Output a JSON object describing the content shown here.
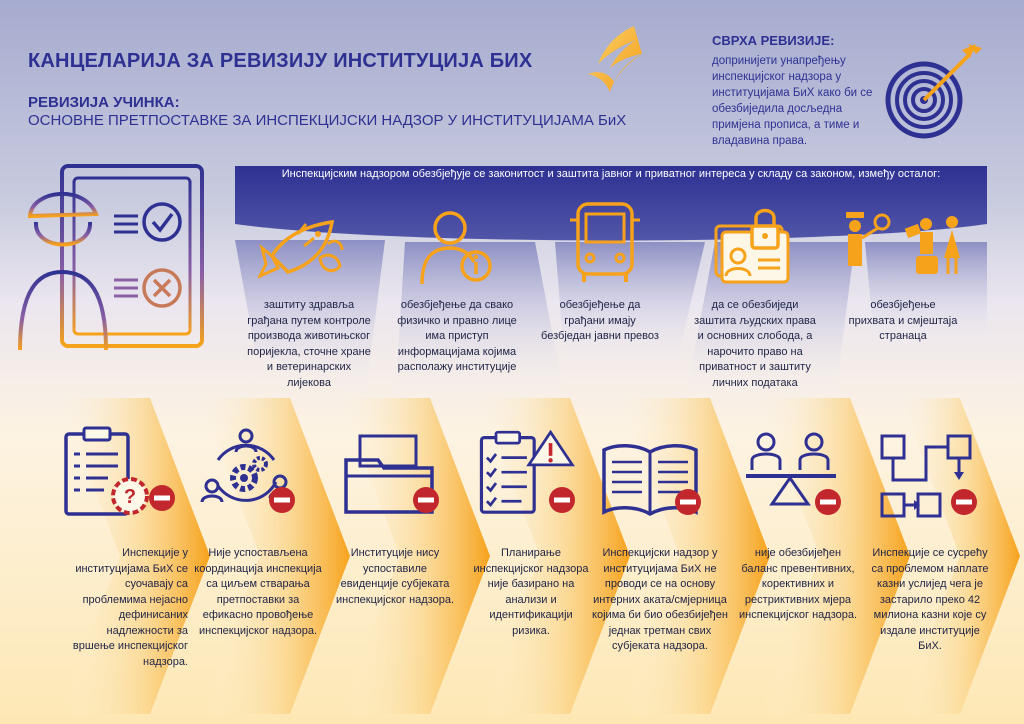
{
  "header": {
    "title": "КАНЦЕЛАРИЈА ЗА РЕВИЗИЈУ ИНСТИТУЦИЈА БИХ",
    "subtitle_bold": "РЕВИЗИЈА УЧИНКА:",
    "subtitle": "ОСНОВНЕ ПРЕТПОСТАВКЕ ЗА ИНСПЕКЦИЈСКИ НАДЗОР У ИНСТИТУЦИЈАМА БиХ"
  },
  "purpose": {
    "title": "СВРХА РЕВИЗИЈЕ:",
    "text": "допринијети унапређењу инспекцијског надзора у институцијама БиХ како би се обезбиједила досљедна примјена прописа, а тиме и владавина права."
  },
  "band": {
    "text": "Инспекцијским надзором обезбјеђује се законитост и заштита јавног и приватног интереса у складу са законом, између осталог:"
  },
  "goals": [
    {
      "icon": "fish-icon",
      "text": "заштиту здравља грађана путем контроле производа животињског поријекла, сточне хране и ветеринарских лијекова"
    },
    {
      "icon": "person-info-icon",
      "text": "обезбјеђење да свако физичко и правно лице има приступ информацијама којима располажу институције"
    },
    {
      "icon": "bus-icon",
      "text": "обезбјеђење да грађани имају безбједан јавни превоз"
    },
    {
      "icon": "id-lock-icon",
      "text": "да се обезбиједи заштита људских права и основних слобода, а нарочито право на приватност и заштиту личних података"
    },
    {
      "icon": "border-control-icon",
      "text": "обезбјеђење прихвата и смјештаја странаца"
    }
  ],
  "findings": [
    {
      "icon": "clipboard-gear-icon",
      "text": "Инспекције у институцијама БиХ се суочавају са проблемима нејасно дефинисаних надлежности за вршење инспекцијског надзора."
    },
    {
      "icon": "coordination-icon",
      "text": "Није успостављена координација инспекција са циљем стварања претпоставки за ефикасно провођење инспекцијског надзора."
    },
    {
      "icon": "folder-icon",
      "text": "Институције нису успоставиле евиденције субјеката инспекцијског надзора."
    },
    {
      "icon": "checklist-warning-icon",
      "text": "Планирање инспекцијског надзора није базирано на анализи и идентификацији ризика."
    },
    {
      "icon": "book-icon",
      "text": "Инспекцијски надзор у институцијама БиХ не проводи се на основу интерних аката/смјерница којима би био обезбијеђен једнак третман свих субјеката надзора."
    },
    {
      "icon": "balance-icon",
      "text": "није обезбијеђен баланс превентивних, корективних и рестриктивних мјера инспекцијског надзора."
    },
    {
      "icon": "flowchart-icon",
      "text": "Инспекције се сусрећу са проблемом наплате казни услијед чега је застарило преко 42 милиона казни које су издале институције БиХ."
    }
  ],
  "colors": {
    "navy": "#2e3192",
    "orange": "#f7a21b",
    "red": "#c1272d",
    "dark_text": "#1e2346"
  }
}
